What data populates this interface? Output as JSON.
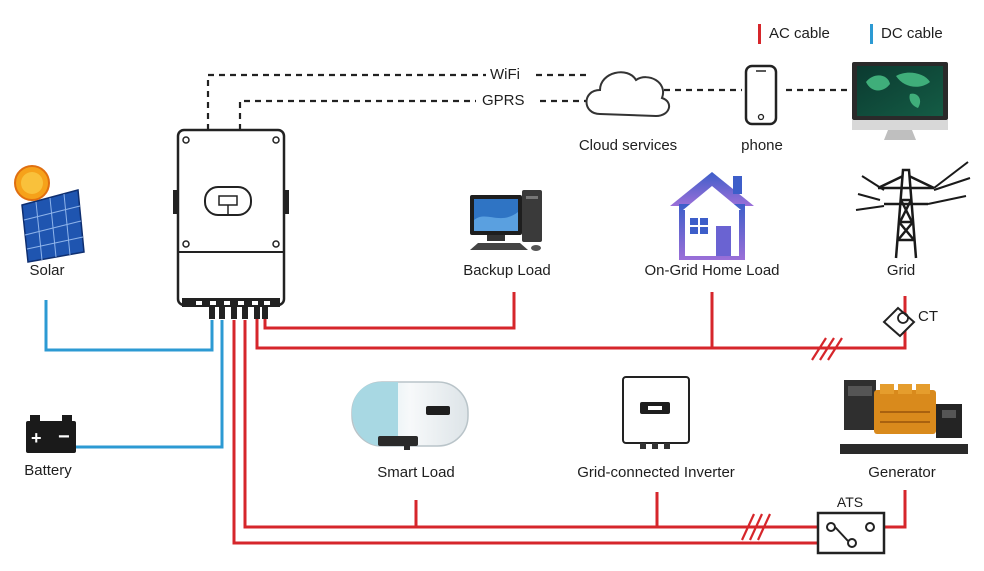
{
  "legend": {
    "ac": {
      "label": "AC cable",
      "color": "#d6262b"
    },
    "dc": {
      "label": "DC cable",
      "color": "#2c9ad3"
    }
  },
  "links": {
    "wifi": "WiFi",
    "gprs": "GPRS"
  },
  "nodes": {
    "cloud": "Cloud services",
    "phone": "phone",
    "solar": "Solar",
    "battery": "Battery",
    "backup": "Backup Load",
    "home": "On-Grid Home Load",
    "grid": "Grid",
    "ct": "CT",
    "smart": "Smart Load",
    "gridinv": "Grid-connected Inverter",
    "generator": "Generator",
    "ats": "ATS"
  },
  "colors": {
    "ac": "#d6262b",
    "dc": "#2c9ad3",
    "dashed": "#222222"
  }
}
